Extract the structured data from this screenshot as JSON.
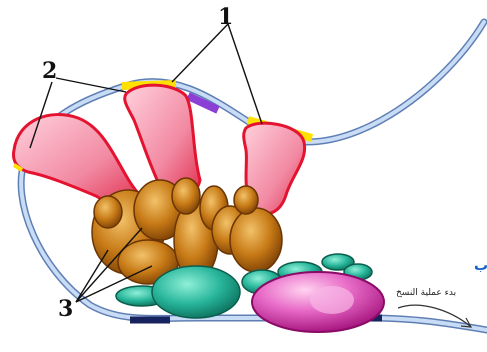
{
  "labels": {
    "one": "1",
    "two": "2",
    "three": "3"
  },
  "caption": {
    "text": "بدء عملية النسخ",
    "edge_char": "ب"
  },
  "colors": {
    "strand": "#a9c6ee",
    "strand_edge": "#5f7fb4",
    "rna_fill": "#f3a1b4",
    "rna_edge": "#e4132f",
    "band_yellow": "#ffe000",
    "band_purple": "#8c3fd4",
    "band_navy": "#17235e",
    "protein_brown": "#c77a16",
    "protein_brown_dark": "#7a3f06",
    "protein_teal": "#27b59a",
    "protein_magenta": "#d21a9c",
    "protein_violet": "#c41e9c"
  }
}
